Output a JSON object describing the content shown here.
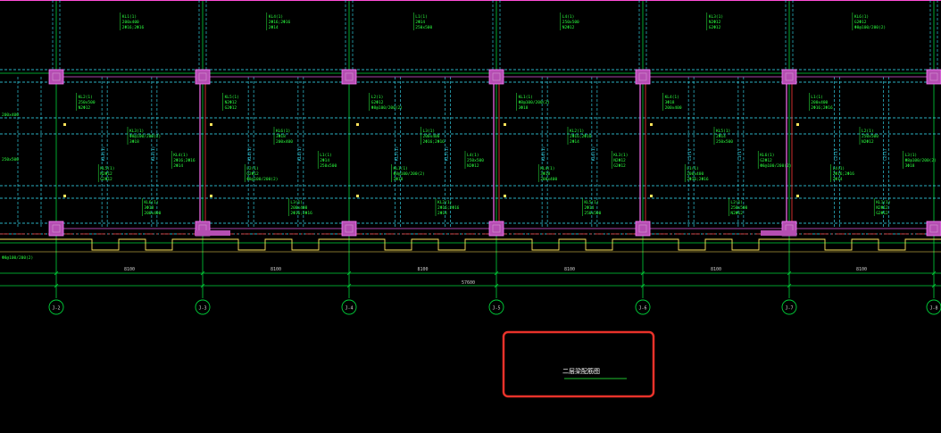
{
  "drawing": {
    "title": "二层梁配筋图",
    "axes": [
      "J-2",
      "J-3",
      "J-4",
      "J-5",
      "J-6",
      "J-7",
      "J-8"
    ],
    "bay_dims": [
      "8100",
      "8100",
      "8100",
      "8100",
      "8100",
      "8100"
    ],
    "total_dim": "57600",
    "beam_tags": [
      "KL1(1)",
      "KL2(1)",
      "KL3(1)",
      "KL4(1)",
      "KL5(1)",
      "KL6(1)",
      "L1(1)",
      "L2(1)",
      "L3(1)",
      "L4(1)"
    ],
    "rebar_notes": [
      "200x400",
      "250x500",
      "Φ8@100/200(2)",
      "2Φ16;2Φ16",
      "N2Φ12",
      "3Φ18",
      "2Φ14",
      "G2Φ12"
    ]
  },
  "colors": {
    "background": "#000000",
    "grid": "#00d43a",
    "beam": "#38e8ff",
    "column": "#d65fd1",
    "wall": "#ffe35a",
    "wall_center": "#ff3a3a",
    "highlight": "#e8322a"
  }
}
